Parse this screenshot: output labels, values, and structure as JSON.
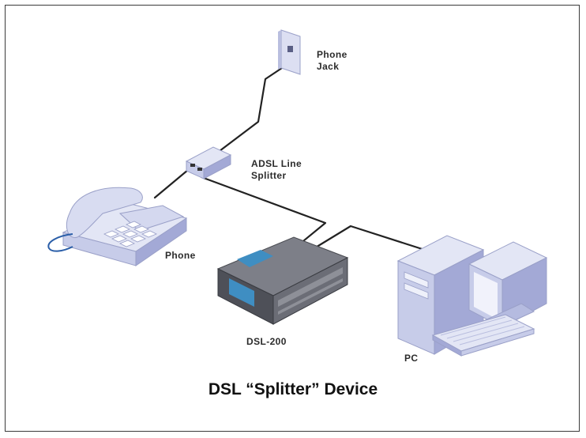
{
  "labels": {
    "phone_jack_line1": "Phone",
    "phone_jack_line2": "Jack",
    "splitter_line1": "ADSL Line",
    "splitter_line2": "Splitter",
    "phone": "Phone",
    "modem": "DSL-200",
    "pc": "PC"
  },
  "title": "DSL “Splitter” Device",
  "colors": {
    "device_light": "#e3e6f5",
    "device_mid": "#c7cce9",
    "device_dark": "#a3a9d6",
    "modem_top": "#7d7f88",
    "modem_front": "#4e5058",
    "modem_accent": "#3f8ec2",
    "cable": "#222222",
    "handset_cord": "#2a5ea8"
  }
}
